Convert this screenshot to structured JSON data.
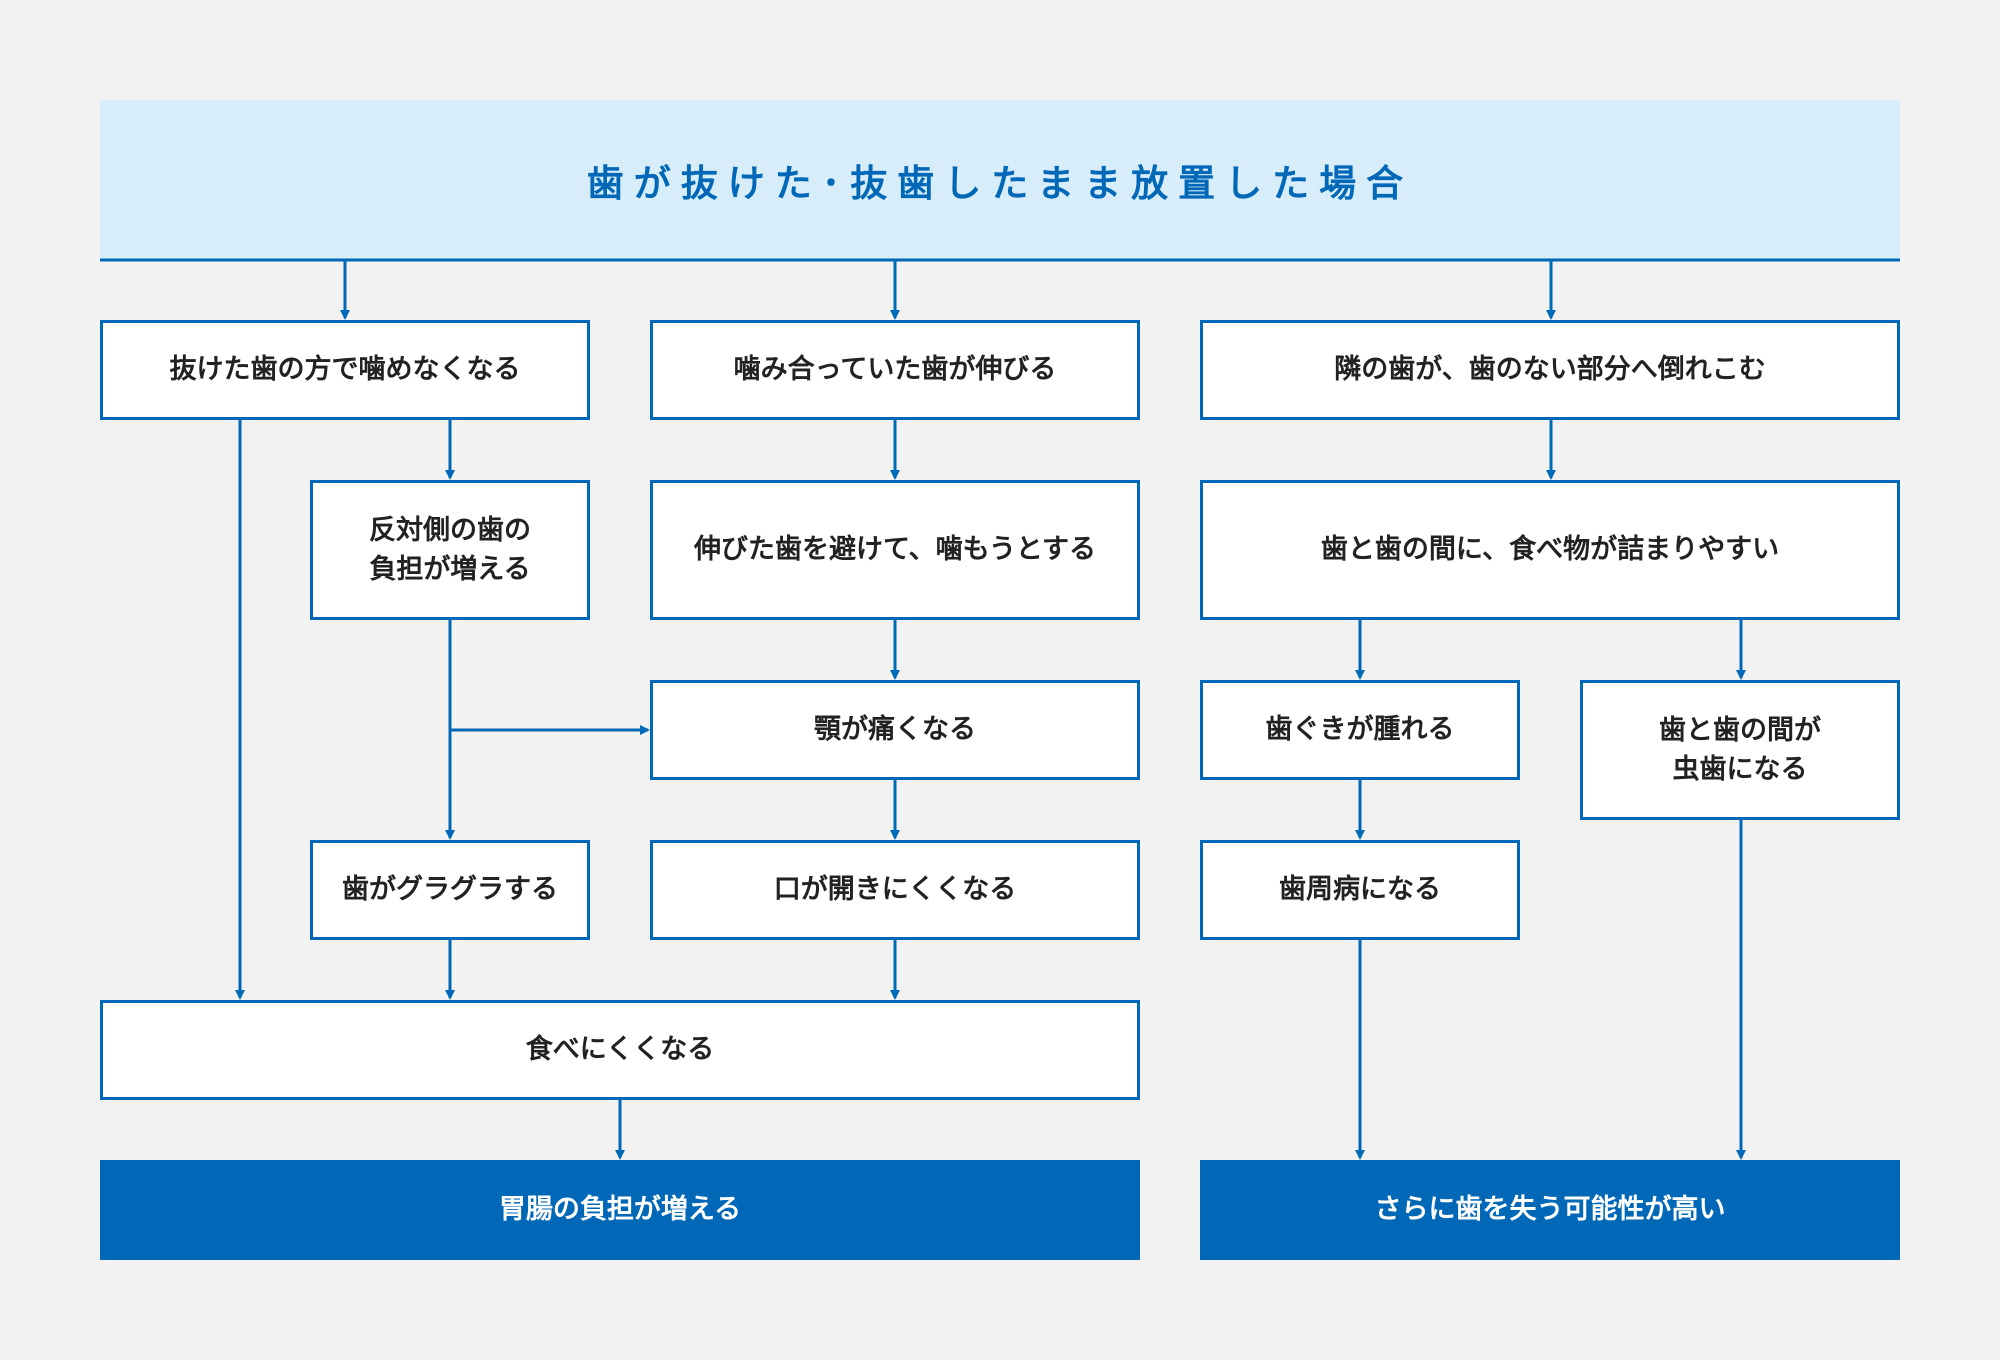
{
  "header": {
    "title": "歯が抜けた･抜歯したまま放置した場合"
  },
  "colors": {
    "accent": "#0068b7",
    "header_bg": "#d8edfa",
    "page_bg": "#f2f2f2",
    "text": "#222222"
  },
  "nodes": {
    "n1": "抜けた歯の方で噛めなくなる",
    "n2": "噛み合っていた歯が伸びる",
    "n3": "隣の歯が、歯のない部分へ倒れこむ",
    "n4": "反対側の歯の\n負担が増える",
    "n5": "伸びた歯を避けて、噛もうとする",
    "n6": "歯と歯の間に、食べ物が詰まりやすい",
    "n7": "顎が痛くなる",
    "n8": "歯ぐきが腫れる",
    "n9": "歯と歯の間が\n虫歯になる",
    "n10": "歯がグラグラする",
    "n11": "口が開きにくくなる",
    "n12": "歯周病になる",
    "n13": "食べにくくなる",
    "n14": "胃腸の負担が増える",
    "n15": "さらに歯を失う可能性が高い"
  }
}
